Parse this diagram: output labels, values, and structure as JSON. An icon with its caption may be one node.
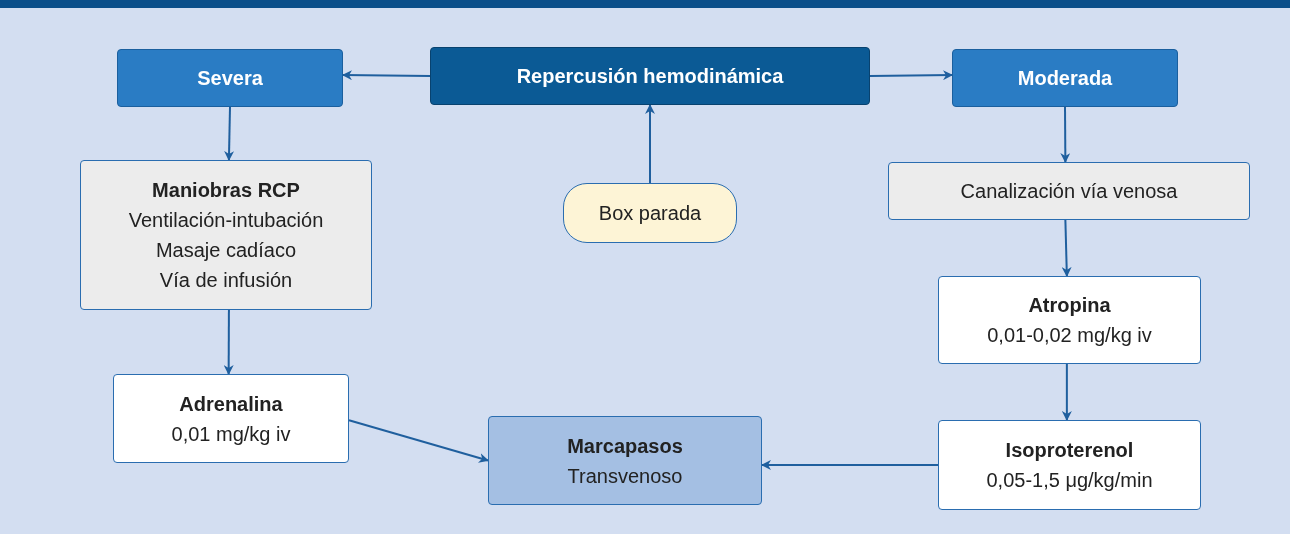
{
  "diagram": {
    "nodes": [
      {
        "text": [
          "Repercusión hemodinámica"
        ]
      },
      {
        "text": [
          "Severa"
        ]
      },
      {
        "text": [
          "Moderada"
        ]
      },
      {
        "text": [
          "Maniobras RCP",
          "Ventilación-intubación",
          "Masaje cadíaco",
          "Vía de infusión"
        ]
      },
      {
        "text": [
          "Box parada"
        ]
      },
      {
        "text": [
          "Canalización vía venosa"
        ]
      },
      {
        "text": [
          "Atropina",
          "0,01-0,02 mg/kg iv"
        ]
      },
      {
        "text": [
          "Adrenalina",
          "0,01 mg/kg iv"
        ]
      },
      {
        "text": [
          "Isoproterenol",
          "0,05-1,5 μg/kg/min"
        ]
      },
      {
        "text": [
          "Marcapasos",
          "Transvenoso"
        ]
      }
    ],
    "edges": [
      {
        "from": 0,
        "to": 1,
        "arrow": "to"
      },
      {
        "from": 0,
        "to": 2,
        "arrow": "to"
      },
      {
        "from": 4,
        "to": 0,
        "arrow": "to"
      },
      {
        "from": 1,
        "to": 3,
        "arrow": "to"
      },
      {
        "from": 3,
        "to": 7,
        "arrow": "to"
      },
      {
        "from": 2,
        "to": 5,
        "arrow": "to"
      },
      {
        "from": 5,
        "to": 6,
        "arrow": "to"
      },
      {
        "from": 6,
        "to": 8,
        "arrow": "to"
      },
      {
        "from": 7,
        "to": 9,
        "arrow": "to"
      },
      {
        "from": 8,
        "to": 9,
        "arrow": "to"
      }
    ]
  }
}
